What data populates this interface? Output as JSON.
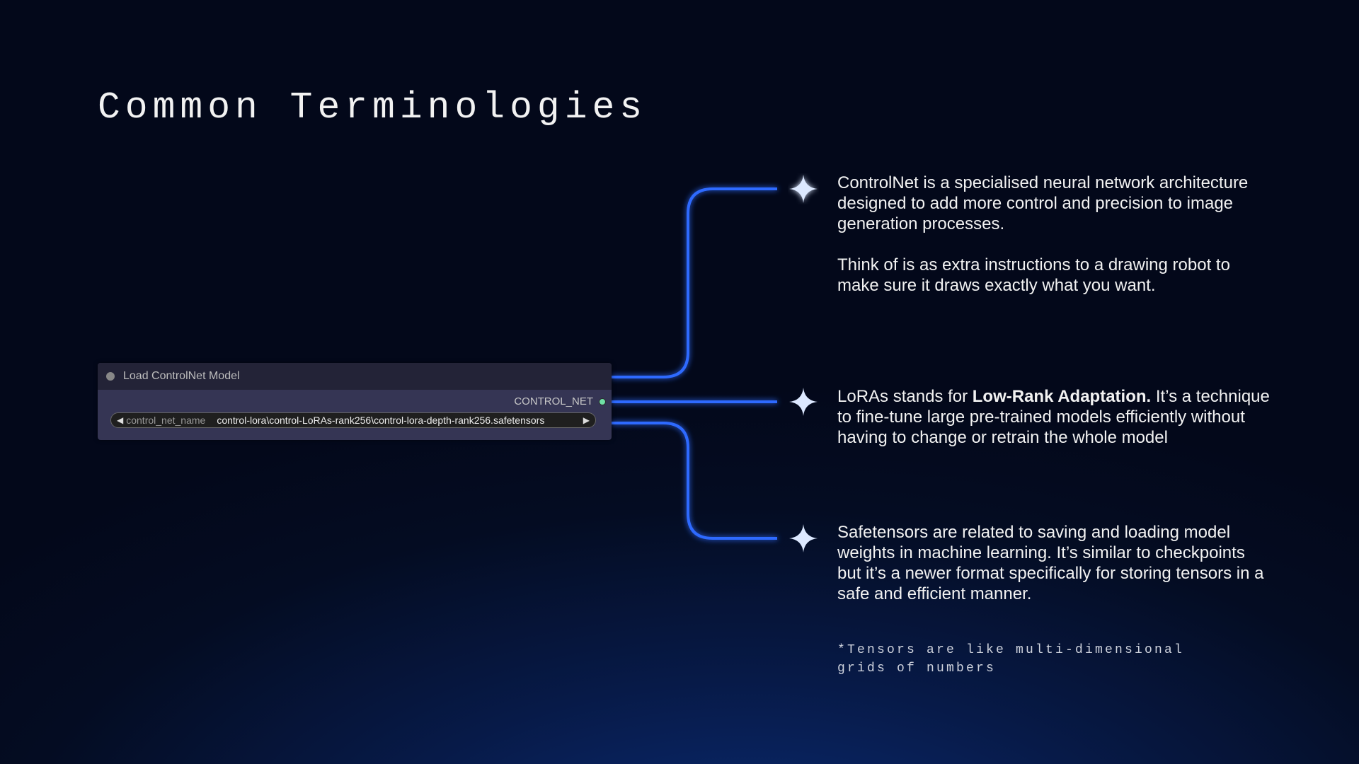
{
  "title": "Common Terminologies",
  "node": {
    "title": "Load ControlNet Model",
    "output_label": "CONTROL_NET",
    "widget_label": "control_net_name",
    "widget_value": "control-lora\\control-LoRAs-rank256\\control-lora-depth-rank256.safetensors",
    "prev": "◀",
    "next": "▶"
  },
  "items": [
    {
      "paragraphs": [
        "ControlNet is a specialised neural network architecture designed to add more control and precision to image generation processes.",
        "Think of is as extra instructions to a drawing robot to make sure it draws exactly what you want."
      ]
    },
    {
      "pre": "LoRAs stands for ",
      "bold": "Low-Rank Adaptation.",
      "post": " It’s a technique to fine-tune large pre-trained models efficiently without having to change or retrain the whole model"
    },
    {
      "text": "Safetensors are related to saving and loading model weights in machine learning. It’s similar to checkpoints but it’s a newer format specifically for storing tensors in a safe and efficient manner."
    }
  ],
  "footnote": "*Tensors are like multi-dimensional grids of numbers",
  "colors": {
    "line": "#2f6bff",
    "star": "#dce8ff",
    "output_dot": "#6fe0a6"
  }
}
